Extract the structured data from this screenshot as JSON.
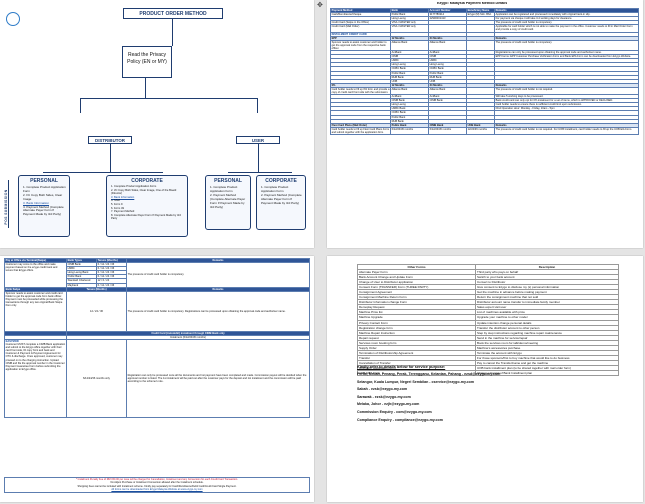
{
  "tl": {
    "title": "PRODUCT ORDER METHOD",
    "privacy": "Read the Privacy Policy (EN or MY)",
    "distributor": "DISTRIBUTOR",
    "user": "USER",
    "side_label": "POS SUBMISSION",
    "personal_left": {
      "title": "PERSONAL",
      "items": [
        "1. Complete Product Application Form",
        "2. I/C Copy Both Sides, Clear Image",
        "3. Bank Information",
        "4. Payment Method (Complete Alternate Payer Form If Payment Made by 3rd Party)"
      ]
    },
    "corporate_left": {
      "title": "CORPORATE",
      "items": [
        "1. Complete Product Application Form",
        "2. I/C Copy Both Sides, Clear Image, One of the Board (Director)",
        "3. Bank Information",
        "4. SSM",
        "5. Form 9",
        "6. Form 49",
        "7. Payment Method",
        "8. Complete Alternate Payer Form If Payment Made by 3rd Party"
      ]
    },
    "personal_right": {
      "title": "PERSONAL",
      "items": [
        "1. Complete Product Application Form",
        "2. Payment Method (Complete Alternate Payer Form If Payment Made by 3rd Party)"
      ]
    },
    "corporate_right": {
      "title": "CORPORATE",
      "items": [
        "1. Complete Product Application Form",
        "2. Payment Method (Complete Alternate Payer Form If Payment Made by 3rd Party)"
      ]
    }
  },
  "tr": {
    "title": "Ezygo: Malaysia Payment Method Details",
    "head": [
      "Payment Method",
      "Bank",
      "Account Number",
      "Beneficiary Name",
      "Remarks"
    ],
    "rows": [
      [
        "Cash/Remittance/Cheque",
        "Public Bank",
        "3177780214",
        "Ezygo (M) Sdn. Bhd.",
        "Application can be registered and processed immediately with original bank-in slip."
      ],
      [
        "",
        "Hong Leong",
        "22900001413",
        "",
        "For payment via cheque it will take 3-4 working days for clearance."
      ],
      [
        "Credit Card (Swipe in the Office)",
        "VISA / MASTER only",
        "",
        "",
        "The presence of credit card holder is compulsory."
      ],
      [
        "Credit Card (Mail Order)",
        "VISA / MASTER only",
        "",
        "",
        "Applicable for card holder which is not able to make the payment in the office. Customer needs to fill in Mail Order Form and provide a copy of credit card."
      ],
      [
        "INSTALMENT CREDIT CARD",
        "",
        "",
        "",
        ""
      ],
      [
        "EPP",
        "12 Months",
        "24 Months",
        "",
        "Remarks"
      ],
      [
        "Sponsor needs to assist customer and holder to get the approval code from the respective bank officer.",
        "Alliance Bank",
        "Alliance Bank",
        "",
        "The presence of credit card holder is compulsory."
      ],
      [
        "",
        "AmBank",
        "AmBank",
        "",
        "Registrations can only be processed upon obtaining the approval code and authoriser name."
      ],
      [
        "",
        "CIMB",
        "CIMB",
        "",
        "EPP Forms: EPP Customer Purchase Verification Form and Bank EPA Form can be downloaded from Ezygo Website."
      ],
      [
        "",
        "HSBC",
        "HSBC",
        "",
        ""
      ],
      [
        "",
        "Hong Leong",
        "Hong Leong",
        "",
        ""
      ],
      [
        "",
        "OCBC Bank",
        "OCBC Bank",
        "",
        ""
      ],
      [
        "",
        "Public Bank",
        "Public Bank",
        "",
        ""
      ],
      [
        "",
        "RHB Bank",
        "RHB Bank",
        "",
        ""
      ],
      [
        "",
        "UOB",
        "UOB",
        "",
        ""
      ],
      [
        "0%",
        "12 Months",
        "24 Months",
        "",
        "Remarks"
      ],
      [
        "Card holder needs to fill up 0% form and provide a copy of credit card front side with the submission.",
        "Alliance Bank",
        "Alliance Bank",
        "",
        "The presence of credit card holder is not required."
      ],
      [
        "",
        "AmBank",
        "AmBank",
        "",
        "Will take 5 working days to be processed."
      ],
      [
        "",
        "CIMB Bank",
        "CIMB Bank",
        "",
        "Bank credit card can only opt for 0% instalment for a set of items, which is APPROVED or DECLINED."
      ],
      [
        "",
        "Hong Leong",
        "",
        "",
        "Card holder needs to ensure there is sufficient credit limit upon submission."
      ],
      [
        "",
        "HSBC Bank",
        "",
        "",
        "DCA Operation Hour: Monday - Friday, 10am - 5pm"
      ],
      [
        "",
        "OCBC Bank",
        "",
        "",
        ""
      ],
      [
        "",
        "Public Bank",
        "",
        "",
        ""
      ],
      [
        "",
        "RHB Bank",
        "",
        "",
        ""
      ],
      [
        "Flexi Card Plans (Mail Order)",
        "Public Bank",
        "CIMB Bank",
        "UOB Bank",
        "Remarks"
      ],
      [
        "Card holder needs to fill up Flexi Card Plans Form and submit together with the application form.",
        "6/12/24/36 months",
        "6/12/24/36 months",
        "12/24/36 months",
        "The presence of credit card holder is not required. For UOB Installment, card holder needs to fill up the UOB EIA Form."
      ]
    ]
  },
  "bl": {
    "head1": [
      "Pay at Office via Terminal(Swipe)",
      "Bank Types",
      "Tenure (Months)",
      "Remarks"
    ],
    "r1": {
      "desc": "Customer may come to the office and make payment based on the ezygo credit bank and tenure that Ezygo offers.",
      "banks": [
        "CIMB Bank",
        "HSBC",
        "Hong Leong Bank",
        "Public Bank",
        "Standard Chartered",
        "Maybank"
      ],
      "tenures": [
        "6 / 12 / 24 / 36",
        "6 / 12 / 24 / 36",
        "6 / 12 / 24 / 36",
        "6 / 12 / 24 / 36",
        "12 / 6 / 24",
        "6 / 12 / 24 / 36"
      ],
      "remark": "The presence of credit card holder is compulsory."
    },
    "head2": [
      "Bank Swipe",
      "Tenure (Months)",
      "Remarks"
    ],
    "r2": {
      "desc": "Sponsor needs to assist customer and credit card holder to get the approval code from bank officer. Payment must be proceeded while processing the transactions through any two original Bank Swipe from only.",
      "tenure": "12 / 24 / 36",
      "remark": "The presence of credit card holder is compulsory. Registrations can be processed upon obtaining the approval code and authoriser name."
    },
    "head3": "Credit Card (Autodebit) instalment through CIMB Bank only",
    "head3b": "Instalment (6/12/24/36 months)",
    "r3": {
      "label": "EASYMOD",
      "desc": "Customer MUST complete a CIMB Bank application and submit to the Ezygo office together with their card front side, ID copy front and back and Customer & Payment & Payment Agreement for OTC & discharge. Once approved, customer may proceed on to the charging instruction. Upload CIMB and file the approval number in the Customer Payment Guarantee Form before submitting the application to Ezygo office.",
      "tenure": "6/12/24/36 months only",
      "remark": "Registration can only be processed once all the documents and 1st payment have been completed and made. Commission payout will be decided when the approval number is listed. The 1st instalment will be paid out after the customer pays for the deposit and 1st instalment and the commission will be paid according to the scheme's rule."
    },
    "footer": [
      "* Instalment Penalty Fee of RM 150.00 per case will be charged for Cancellation, Instalment and any Conversion for each Credit Card Transaction.",
      "No Adjust Purchase or Instalment Conversion allowed after the Instalment schedule.",
      "Shopping Fees cannot be included with Instalment scheme. Kindly pay separately for Cash/Remittance/Debit Card/Credit Card Single Payment.",
      "All forms can be downloaded from Ezygo Malaysia Website at www.ezygo-my.com"
    ]
  },
  "br": {
    "head": [
      "Other Forms",
      "Description"
    ],
    "rows": [
      [
        "Alternate Payer Form",
        "Third party who pays on behalf"
      ],
      [
        "Bank Account Change and Update Form",
        "Switch to your bank account"
      ],
      [
        "Change of User to Distributor application",
        "Convert to Distributor"
      ],
      [
        "Consent Form (TRANSFER) Form (THREE PARTY)",
        "Give consent to Ezygo to disclose my (s) personal information"
      ],
      [
        "Consignment Agreement",
        "Get the machine in advance before making payment"
      ],
      [
        "Consignment Machine Return Form",
        "Return the consignment machine that not sold"
      ],
      [
        "Distributor Information change Form",
        "Distributor account name transfer to immediate family member"
      ],
      [
        "Demoplay Request",
        "Sales expert visit user"
      ],
      [
        "Machine Price list",
        "List of machines available with price"
      ],
      [
        "Machine Upgrade",
        "Upgrade your machine to other model"
      ],
      [
        "Privacy Contact Form",
        "Update intention change personal details"
      ],
      [
        "Registration change form",
        "Transfer the distributor account to other person"
      ],
      [
        "Machine Repair Instruction",
        "Step by step instructions regarding machine repair maintenance"
      ],
      [
        "Repair request",
        "Send in the machine for service/repair"
      ],
      [
        "Services room booking form",
        "Book the services room for talk/demo/meeting"
      ],
      [
        "Supply Order",
        "Machine's accessories purchase"
      ],
      [
        "Termination of Distributorship Agreement",
        "Terminate the account with Ezygo"
      ],
      [
        "Transfer",
        "For those sponsors/first to buy machine that would like to do business"
      ],
      [
        "Cancellation of Transfer",
        "Pay to cancel the Transfer/name and get the machine"
      ],
      [
        "UOB EPP Application Form",
        "UOB bank installment plan (to be shared together with mail order form)"
      ],
      [
        "ADD ERA Form",
        "Change / Cancel of Bank Installment plan"
      ]
    ],
    "contact_head": "Kindly refer to details below for service purpose:",
    "contacts": [
      "Perlis, Kedah, Penang, Perak, Terengganu, Kelantan, Pahang - ezsd@ezygo-my.com",
      "Selangor, Kuala Lumpur, Negeri Sembilan - cservice@ezygo-my.com",
      "Sabah - ezsb@ezygo-my.com",
      "Sarawak - ezsk@ezygo-my.com",
      "Melaka, Johor - ezjh@ezygo-my.com",
      "Commission Enquiry - com@ezygo-my.com",
      "Compliance Enquiry - compliance@ezygo-my.com"
    ]
  }
}
